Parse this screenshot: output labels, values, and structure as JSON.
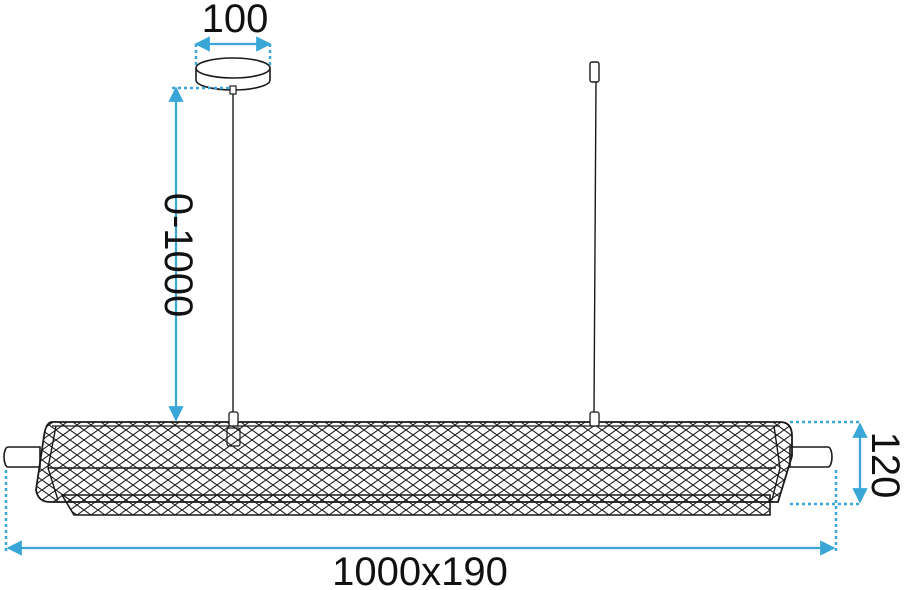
{
  "dimensions": {
    "canopy_diameter": "100",
    "suspension_length": "0-1000",
    "body_height": "120",
    "body_length_width": "1000x190"
  },
  "colors": {
    "line": "#1a1a1a",
    "dimension": "#3aa6d8",
    "text": "#111111",
    "background": "#ffffff"
  }
}
